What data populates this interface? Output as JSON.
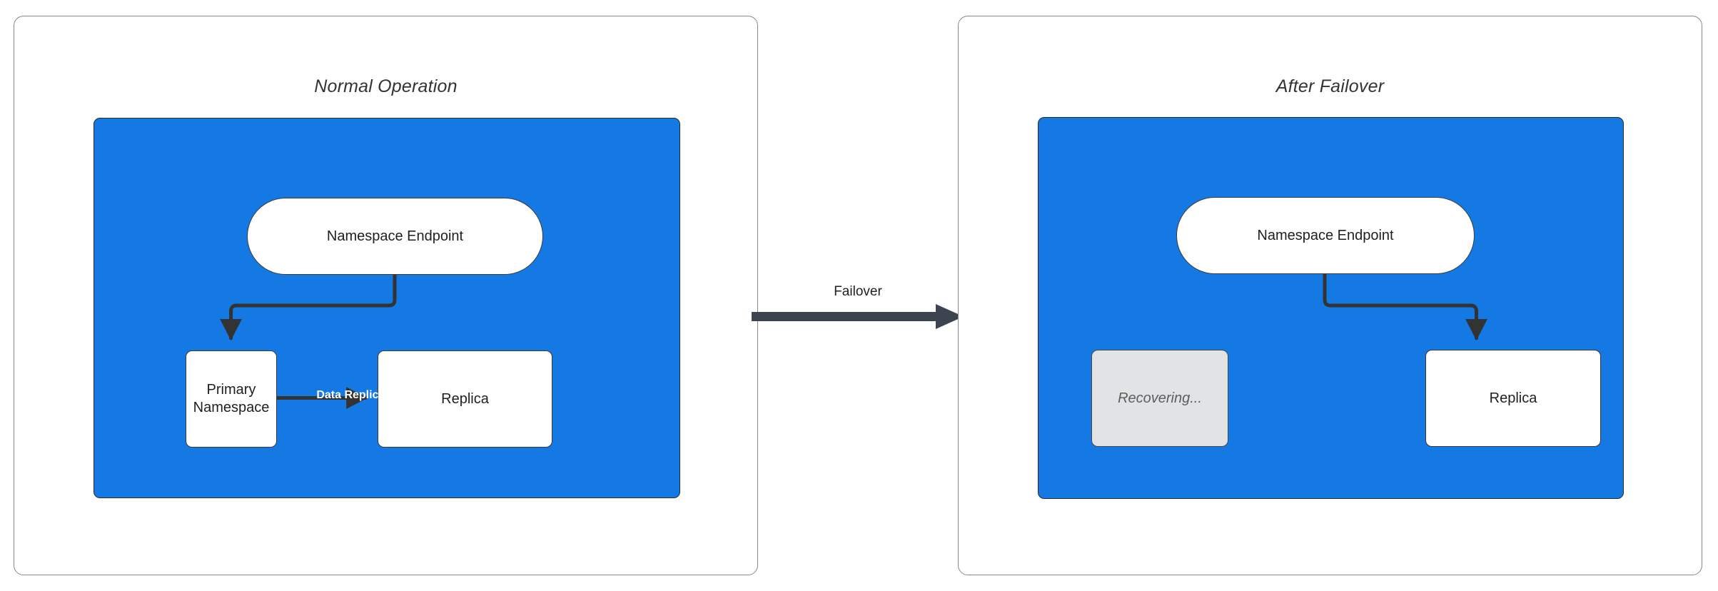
{
  "diagram": {
    "type": "flowchart",
    "colors": {
      "region_fill": "#1479e3",
      "node_fill": "#ffffff",
      "disabled_fill": "#e1e3e4",
      "edge_stroke": "#333333",
      "panel_border": "#888888",
      "replication_label": "#ffffff"
    }
  },
  "panels": [
    {
      "id": "normal-operation",
      "title": "Normal Operation",
      "nodes": [
        {
          "id": "endpoint-left",
          "label": "Namespace Endpoint",
          "shape": "stadium",
          "state": "active"
        },
        {
          "id": "primary-left",
          "label": "Primary\nNamespace",
          "shape": "box",
          "state": "active"
        },
        {
          "id": "replica-left",
          "label": "Replica",
          "shape": "box",
          "state": "active"
        }
      ],
      "edges": [
        {
          "id": "endpoint-to-primary",
          "from": "endpoint-left",
          "to": "primary-left",
          "label": ""
        },
        {
          "id": "primary-to-replica",
          "from": "primary-left",
          "to": "replica-left",
          "label": "Data Replication"
        }
      ]
    },
    {
      "id": "after-failover",
      "title": "After Failover",
      "nodes": [
        {
          "id": "endpoint-right",
          "label": "Namespace Endpoint",
          "shape": "stadium",
          "state": "active"
        },
        {
          "id": "recovering",
          "label": "Recovering...",
          "shape": "box",
          "state": "disabled"
        },
        {
          "id": "replica-right",
          "label": "Replica",
          "shape": "box",
          "state": "active"
        }
      ],
      "edges": [
        {
          "id": "endpoint-to-replica",
          "from": "endpoint-right",
          "to": "replica-right",
          "label": ""
        }
      ]
    }
  ],
  "transition": {
    "label": "Failover",
    "from_panel": "normal-operation",
    "to_panel": "after-failover"
  },
  "node_labels": {
    "endpoint_left": "Namespace Endpoint",
    "primary_line1": "Primary",
    "primary_line2": "Namespace",
    "replica_left": "Replica",
    "endpoint_right": "Namespace Endpoint",
    "recovering": "Recovering...",
    "replica_right": "Replica",
    "data_replication": "Data Replication"
  }
}
